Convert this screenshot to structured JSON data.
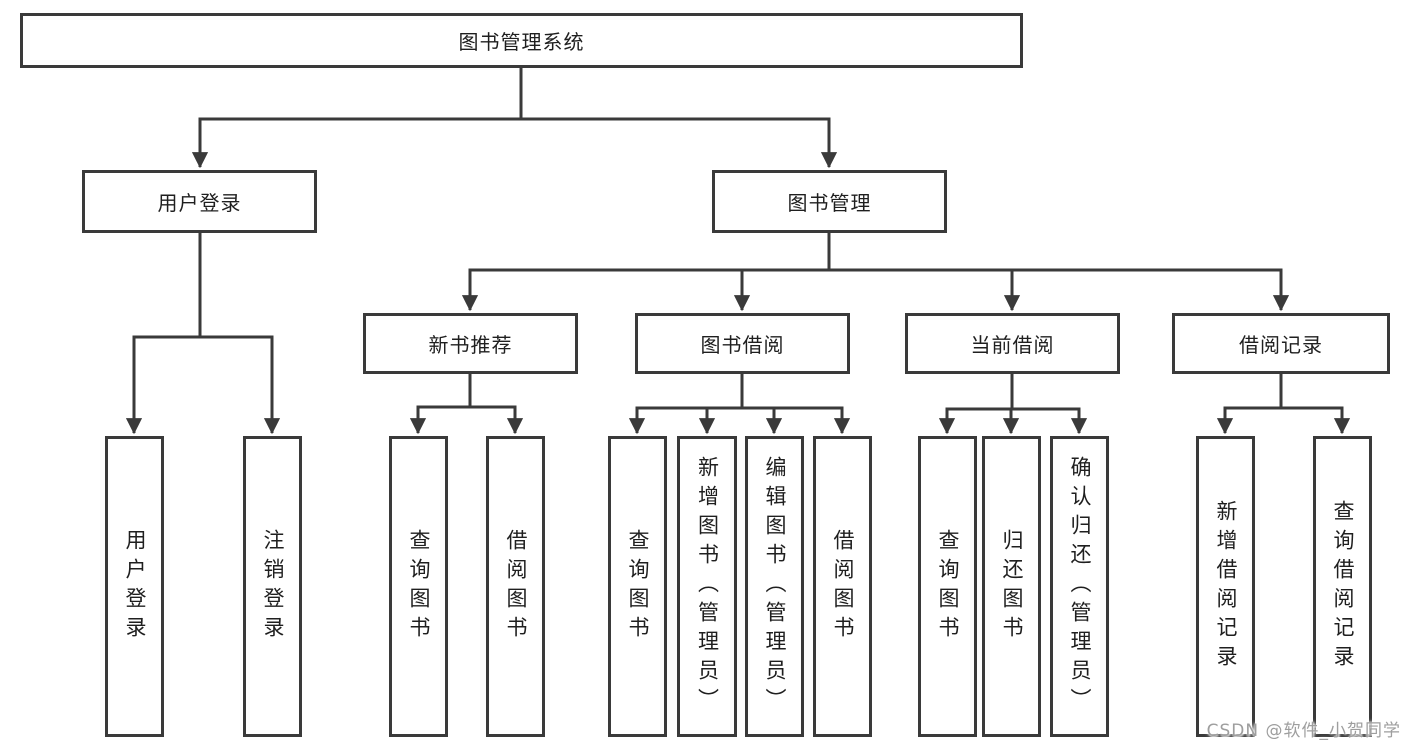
{
  "diagram": {
    "root": {
      "label": "图书管理系统"
    },
    "level2": [
      {
        "label": "用户登录"
      },
      {
        "label": "图书管理"
      }
    ],
    "level3": [
      {
        "label": "新书推荐"
      },
      {
        "label": "图书借阅"
      },
      {
        "label": "当前借阅"
      },
      {
        "label": "借阅记录"
      }
    ],
    "leaves": {
      "login": [
        "用户登录",
        "注销登录"
      ],
      "recommend": [
        "查询图书",
        "借阅图书"
      ],
      "borrow": [
        "查询图书",
        "新增图书（管理员）",
        "编辑图书（管理员）",
        "借阅图书"
      ],
      "current": [
        "查询图书",
        "归还图书",
        "确认归还（管理员）"
      ],
      "records": [
        "新增借阅记录",
        "查询借阅记录"
      ]
    }
  },
  "watermark": {
    "text": "CSDN @软件_小贺同学"
  },
  "colors": {
    "line": "#3a3a3a",
    "text": "#1f1f1f",
    "watermark_gray": "#9e9e9e",
    "background": "#ffffff"
  }
}
